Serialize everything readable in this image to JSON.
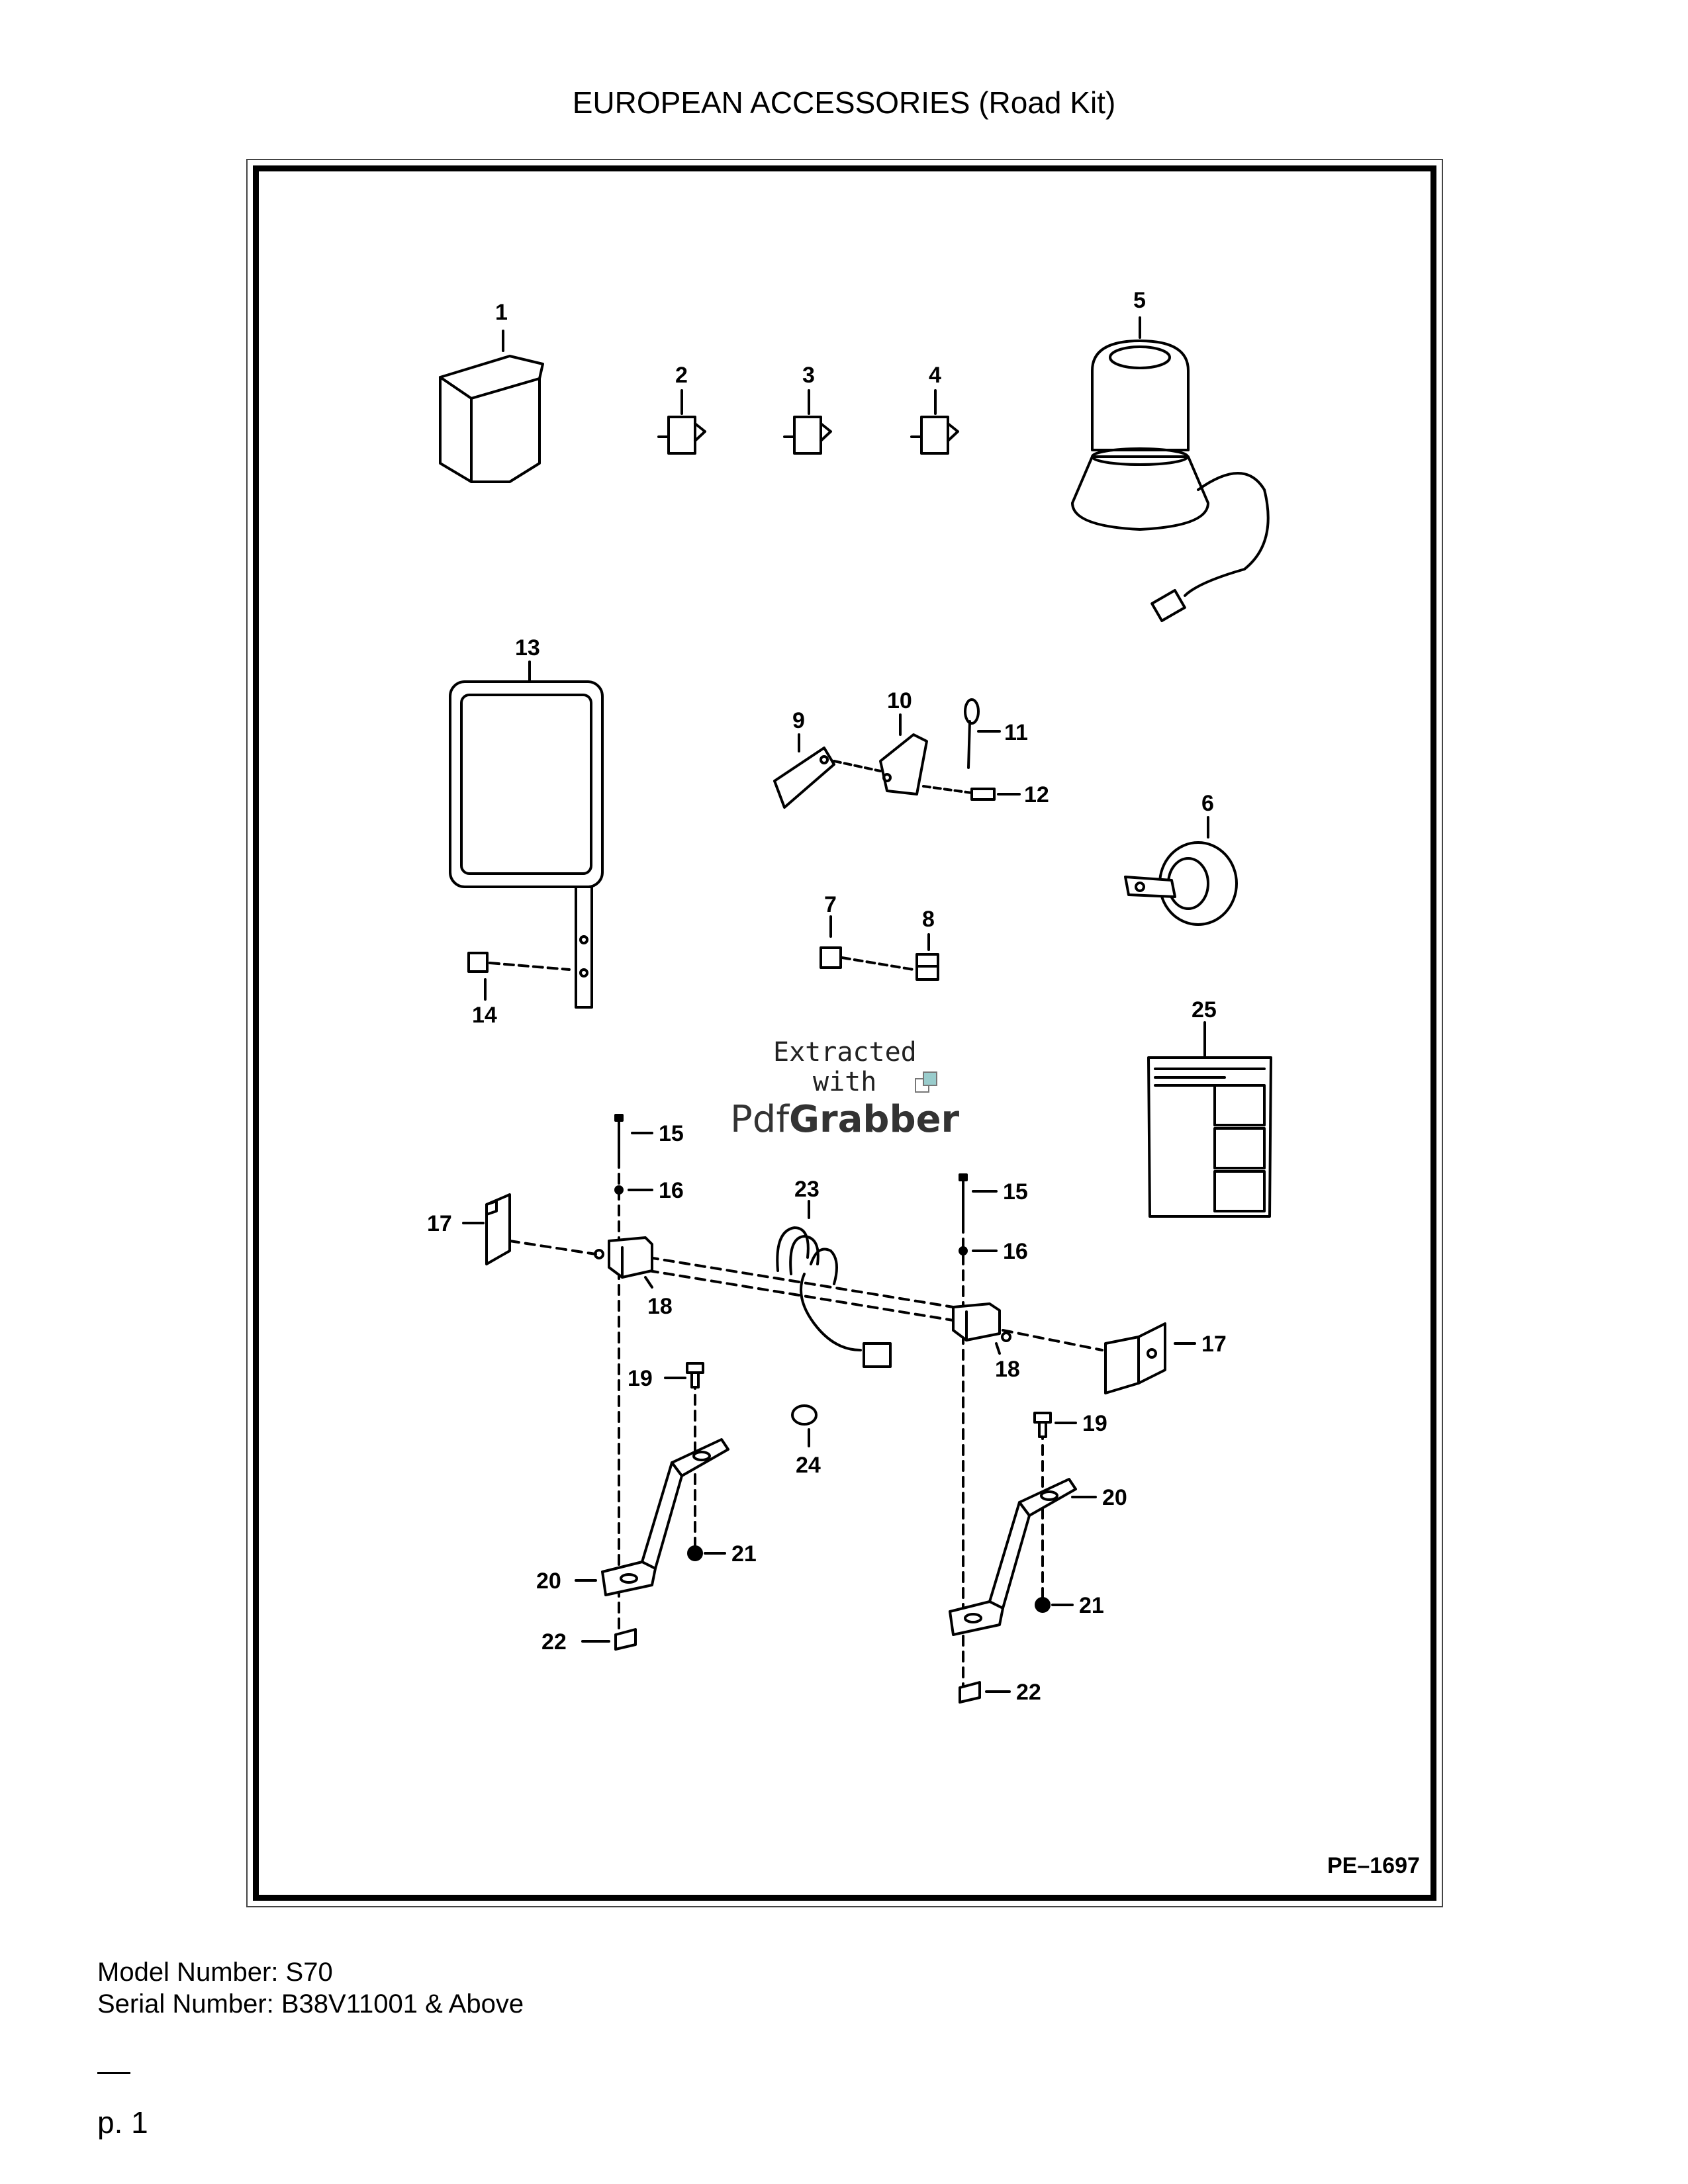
{
  "title": "EUROPEAN ACCESSORIES (Road Kit)",
  "diagram": {
    "figure_code": "PE–1697",
    "watermark": {
      "line1": "Extracted",
      "line2": "with",
      "brand_a": "Pdf",
      "brand_b": "Grabber"
    },
    "callouts": {
      "c1": "1",
      "c2": "2",
      "c3": "3",
      "c4": "4",
      "c5": "5",
      "c6": "6",
      "c7": "7",
      "c8": "8",
      "c9": "9",
      "c10": "10",
      "c11": "11",
      "c12": "12",
      "c13": "13",
      "c14": "14",
      "c15": "15",
      "c16": "16",
      "c17": "17",
      "c18": "18",
      "c19": "19",
      "c20": "20",
      "c21": "21",
      "c22": "22",
      "c23": "23",
      "c24": "24",
      "c25": "25"
    }
  },
  "footer": {
    "model": "Model Number: S70",
    "serial": "Serial Number: B38V11001 & Above",
    "page": "p. 1"
  }
}
